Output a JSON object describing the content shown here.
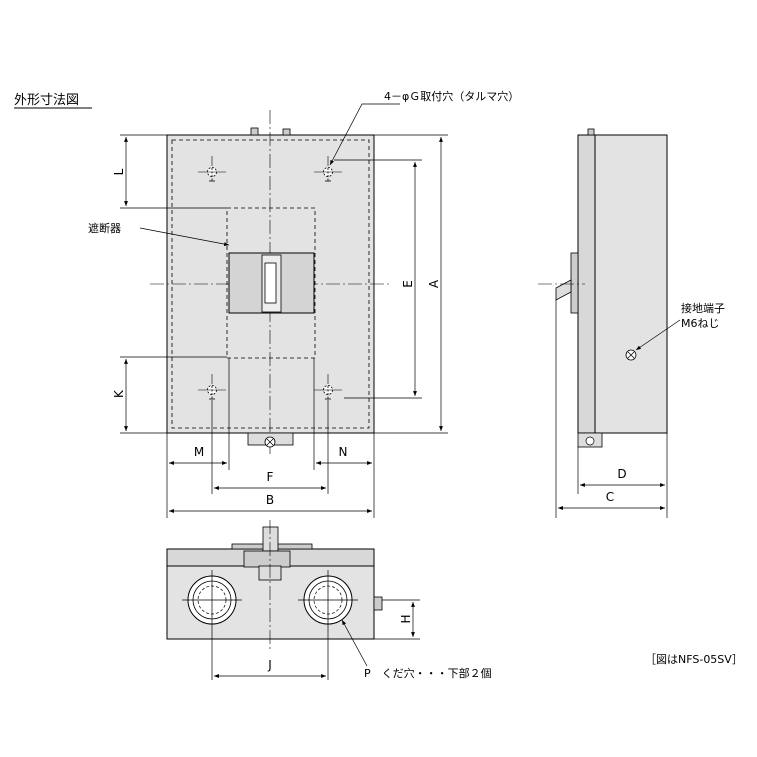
{
  "title": "外形寸法図",
  "labels": {
    "mounting_holes": "4－φＧ取付穴（タルマ穴）",
    "breaker": "遮断器",
    "ground_terminal_1": "接地端子",
    "ground_terminal_2": "M6ねじ",
    "knockout": "P　くだ穴・・・下部２個",
    "model_note": "［図はNFS-05SV］"
  },
  "dimensions": {
    "A": "A",
    "B": "B",
    "C": "C",
    "D": "D",
    "E": "E",
    "F": "F",
    "H": "H",
    "J": "J",
    "K": "K",
    "L": "L",
    "M": "M",
    "N": "N"
  }
}
